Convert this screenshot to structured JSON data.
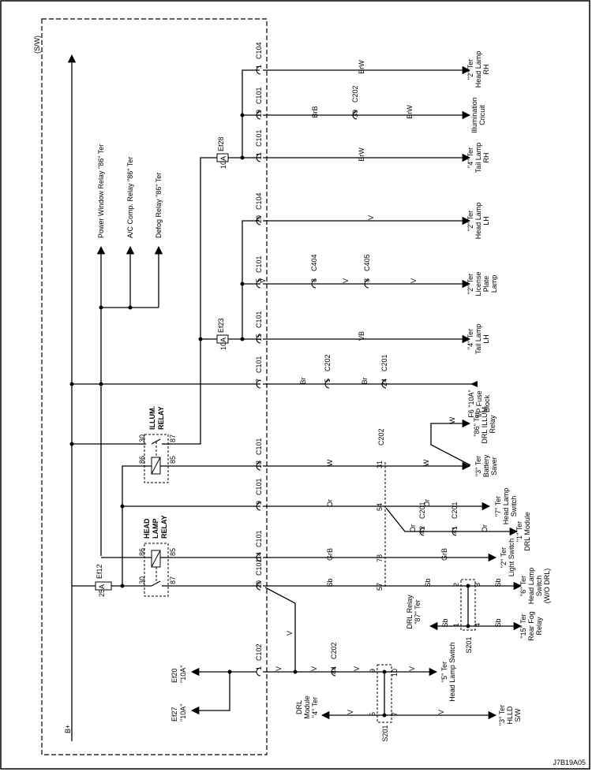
{
  "figure_id": "J7B19A05",
  "box_label": "(S/W)",
  "bplus_label": "B+",
  "relays": {
    "illum": {
      "name": "ILLUM. RELAY",
      "line1": "ILLUM.",
      "line2": "RELAY",
      "pins": [
        "30",
        "87",
        "86",
        "85"
      ]
    },
    "headlamp": {
      "name": "HEAD LAMP RELAY",
      "line1": "HEAD",
      "line2": "LAMP",
      "line3": "RELAY",
      "pins": [
        "86",
        "85",
        "30",
        "87"
      ]
    }
  },
  "fuses": [
    {
      "id": "Ef28",
      "rating": "10A"
    },
    {
      "id": "Ef23",
      "rating": "10A"
    },
    {
      "id": "Ef12",
      "rating": "25A"
    }
  ],
  "relay_outputs": [
    "Power Window Relay \"86\" Ter",
    "A/C Comp. Relay \"86\" Ter",
    "Defog Relay \"86\" Ter"
  ],
  "circuits": [
    {
      "pin": "1",
      "conn": "C104",
      "wire": "BrW",
      "dest": [
        "\"2\" Ter",
        "Head Lamp",
        "RH"
      ]
    },
    {
      "pin": "19",
      "conn": "C101",
      "wire": "BrB",
      "mid_pin": "39",
      "mid_conn": "C202",
      "wire2": "BrW",
      "dest": [
        "Illumination",
        "Cricuit"
      ]
    },
    {
      "pin": "11",
      "conn": "C101",
      "wire": "BrW",
      "dest": [
        "\"4\" Ter",
        "Tail Lamp",
        "RH"
      ]
    },
    {
      "pin": "20",
      "conn": "C104",
      "wire": "V",
      "dest": [
        "\"2\" Ter",
        "Head Lamp",
        "LH"
      ]
    },
    {
      "pin": "5",
      "conn": "C101",
      "wire": "V",
      "mid_pin": "8",
      "mid_conn": "C404",
      "wire2": "V",
      "mid2_pin": "8",
      "mid2_conn": "C405",
      "wire3": "V",
      "dest": [
        "\"2\" Ter",
        "License",
        "Plate",
        "Lamp"
      ]
    },
    {
      "pin": "15",
      "conn": "C101",
      "wire": "VB",
      "dest": [
        "\"4\" Ter",
        "Tail Lamp",
        "LH"
      ]
    },
    {
      "pin": "7",
      "conn": "C101",
      "wire": "Br",
      "mid_pin": "5",
      "mid_conn": "C202",
      "wire2": "Br",
      "mid2_pin": "24",
      "mid2_conn": "C201",
      "dest": [
        "F6 \"10A\"",
        "I/P Fuse",
        "Block"
      ]
    },
    {
      "pin": "18",
      "conn": "C101",
      "wire": "W",
      "mid_pin": "31",
      "mid_conn": "C202",
      "wire2": "W",
      "dest": [
        "\"3\" Ter",
        "Battery",
        "Saver"
      ],
      "branch_wire": "W",
      "branch_dest": [
        "\"86\" Ter",
        "DRL ILLUM.",
        "Relay"
      ]
    },
    {
      "pin": "9",
      "conn": "C101",
      "wire": "Or",
      "mid_pin": "54",
      "wire2": "Or",
      "dest": [
        "\"7\" Ter",
        "Head Lamp",
        "Switch"
      ],
      "branch_wire": "Or",
      "branch_pin1": "42",
      "branch_conn1": "C201",
      "branch_pin2": "41",
      "branch_conn2": "C201",
      "branch_wire2": "Or",
      "branch_dest": [
        "\"1\" Ter",
        "DRL Module"
      ]
    },
    {
      "pin": "14",
      "conn": "C101",
      "wire": "GrB",
      "mid_pin": "78",
      "wire2": "GrB",
      "dest": [
        "\"2\" Ter",
        "Light Switch"
      ]
    },
    {
      "pin": "20",
      "conn": "C101",
      "wire": "Sb",
      "mid_pin": "57",
      "wire2": "Sb",
      "splice": "S201",
      "splice_pins": [
        "2",
        "3",
        "1",
        "4"
      ],
      "wire3": "Sb",
      "dest": [
        "\"6\" Ter",
        "Head Lamp",
        "Switch",
        "(W/O DRL)"
      ],
      "branch_left_wire": "Sb",
      "branch_left_dest": [
        "DRL Relay",
        "\"87\" Ter"
      ],
      "branch_right_wire": "Sb",
      "branch_right_dest": [
        "\"15\" Ter",
        "Rear Fog",
        "Relay"
      ]
    },
    {
      "pin": "1",
      "conn": "C102",
      "wire": "V",
      "feed_wire": "V",
      "mid_pin": "44",
      "mid_conn": "C202",
      "wire2": "V",
      "splice": "S201",
      "splice_pins": [
        "9",
        "10",
        "5",
        "7"
      ],
      "wire3": "V",
      "dest": [
        "\"5\" Ter",
        "Head Lamp Switch"
      ],
      "branch_left_wire": "V",
      "branch_left_dest": [
        "DRL",
        "Module",
        "\"4\" Ter"
      ],
      "branch_right_wire": "V",
      "branch_right_dest": [
        "\"3\" Ter",
        "HLLD",
        "S/W"
      ]
    }
  ],
  "fuse_outputs": [
    {
      "label": "Ef20",
      "rating": "\"10A\""
    },
    {
      "label": "Ef27",
      "rating": "\"10A\""
    }
  ]
}
